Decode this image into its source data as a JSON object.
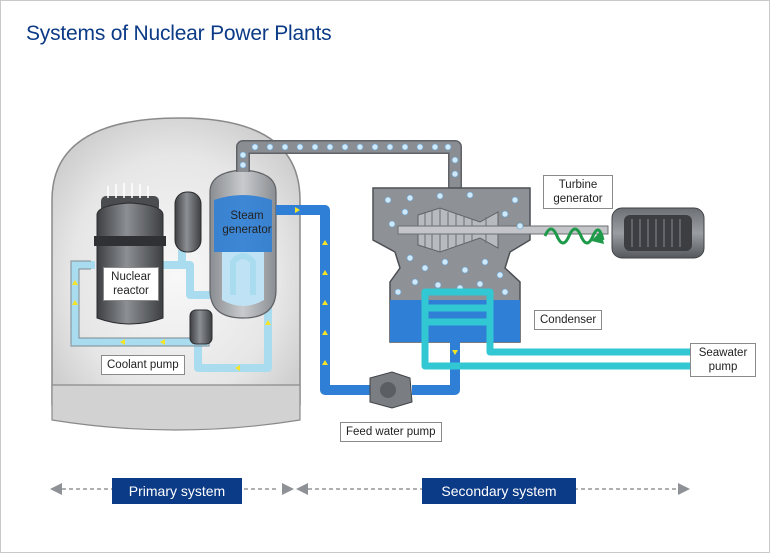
{
  "title": "Systems of Nuclear Power Plants",
  "labels": {
    "steam_generator": "Steam generator",
    "nuclear_reactor": "Nuclear reactor",
    "coolant_pump": "Coolant pump",
    "turbine_generator": "Turbine generator",
    "condenser": "Condenser",
    "seawater_pump": "Seawater pump",
    "feed_water_pump": "Feed water pump"
  },
  "systems": {
    "primary": "Primary system",
    "secondary": "Secondary system"
  },
  "colors": {
    "title": "#0b3a86",
    "system_band": "#0b3a86",
    "water_blue": "#2f7fd6",
    "cooling_cyan": "#31c8d4",
    "primary_loop": "#a9dcef",
    "steam_pipe": "#7e8389",
    "turbine_shaft_coil": "#1f9a4a",
    "containment": "#dcdcdc"
  },
  "icons": {
    "flow_arrow": "yellow-flow-arrow-icon",
    "system_arrow": "gray-triangle-arrow-icon"
  }
}
